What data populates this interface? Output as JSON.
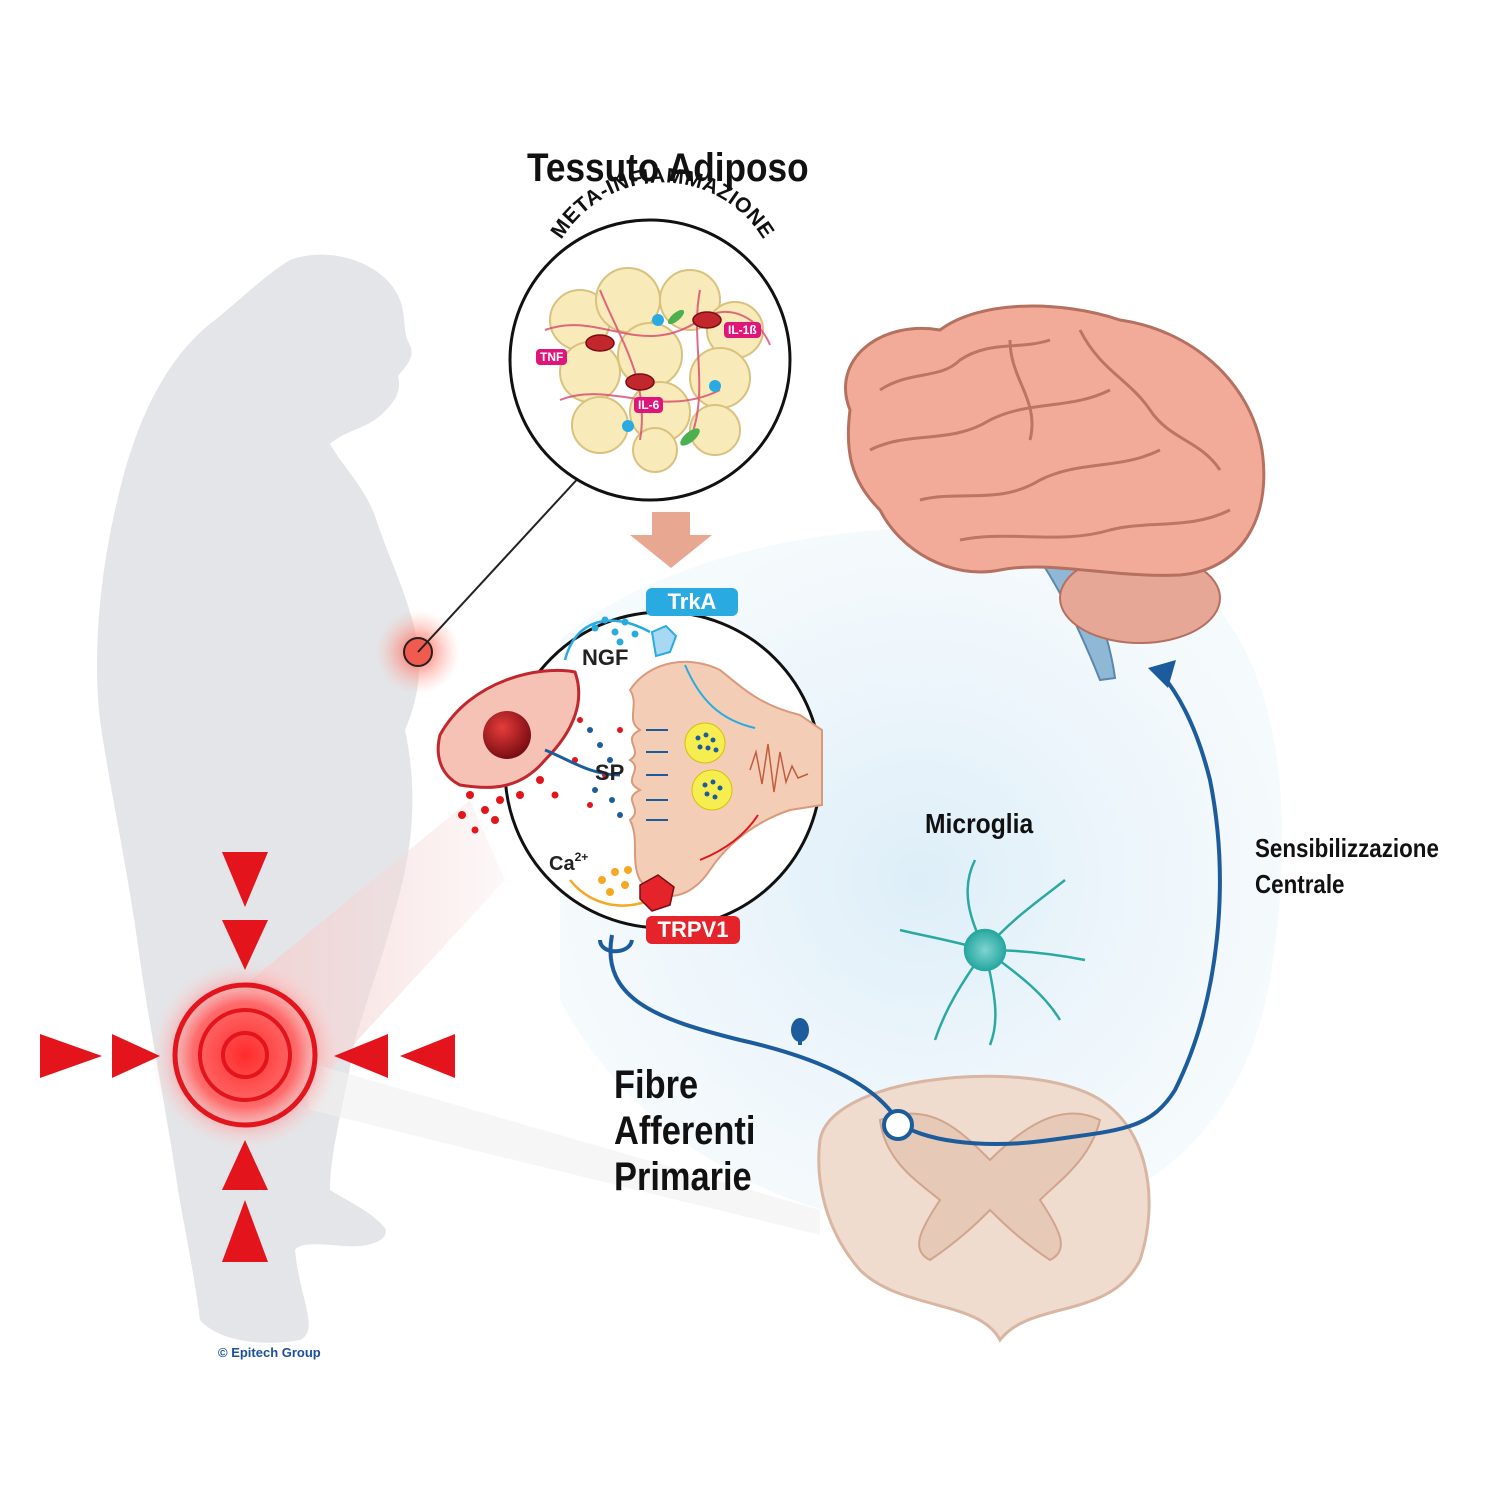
{
  "title": "Tessuto Adiposo",
  "circle_label": "META-INFIAMMAZIONE",
  "cytokines": [
    "TNF",
    "IL-1ß",
    "IL-6"
  ],
  "receptors": {
    "trka": "TrkA",
    "trpv1": "TRPV1"
  },
  "mediators": {
    "ngf": "NGF",
    "sp": "SP",
    "ca": "Ca",
    "ca_sup": "2+"
  },
  "microglia": "Microglia",
  "central_sensitization": [
    "Sensibilizzazione",
    "Centrale"
  ],
  "afferent_fibres": [
    "Fibre",
    "Afferenti",
    "Primarie"
  ],
  "copyright": "© Epitech Group",
  "colors": {
    "silhouette": "#e3e5e8",
    "pain_red": "#e3141b",
    "nerve_blue": "#1d5c9c",
    "brain_pink": "#f0a08e",
    "trka_blue": "#29abe2",
    "trpv1_red": "#e4232b",
    "cytokine_magenta": "#e0157a",
    "arrow_salmon": "#e8a791"
  }
}
